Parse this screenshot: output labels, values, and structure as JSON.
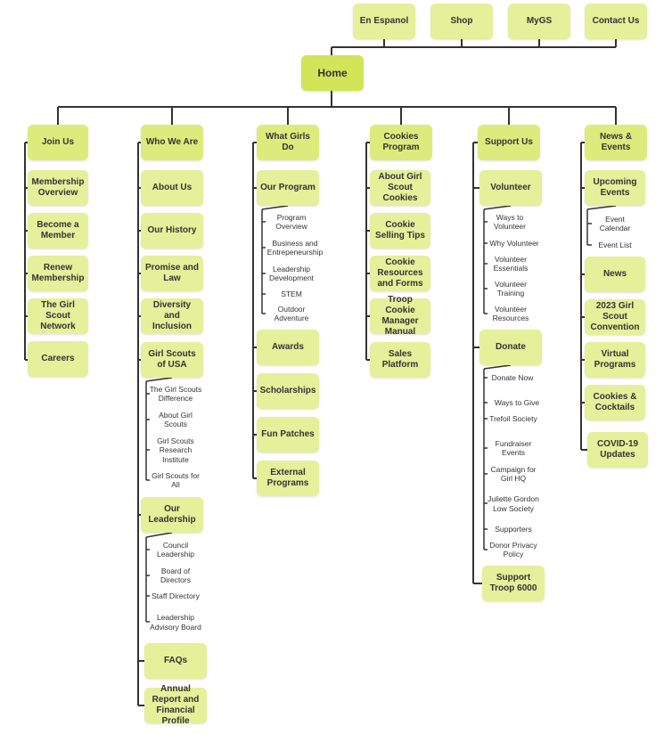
{
  "utility": [
    "En Espanol",
    "Shop",
    "MyGS",
    "Contact Us"
  ],
  "home": "Home",
  "columns": [
    {
      "title": "Join Us",
      "items": [
        {
          "label": "Membership Overview"
        },
        {
          "label": "Become a Member"
        },
        {
          "label": "Renew Membership"
        },
        {
          "label": "The Girl Scout Network"
        },
        {
          "label": "Careers"
        }
      ]
    },
    {
      "title": "Who We Are",
      "items": [
        {
          "label": "About Us"
        },
        {
          "label": "Our History"
        },
        {
          "label": "Promise and Law"
        },
        {
          "label": "Diversity and Inclusion"
        },
        {
          "label": "Girl Scouts of USA",
          "children": [
            "The Girl Scouts Difference",
            "About Girl Scouts",
            "Girl Scouts Research Institute",
            "Girl Scouts for All"
          ]
        },
        {
          "label": "Our Leadership",
          "children": [
            "Council Leadership",
            "Board of Directors",
            "Staff Directory",
            "Leadership Advisory Board"
          ]
        },
        {
          "label": "FAQs"
        },
        {
          "label": "Annual Report and Financial Profile"
        }
      ]
    },
    {
      "title": "What Girls Do",
      "items": [
        {
          "label": "Our Program",
          "children": [
            "Program Overview",
            "Business and Entrepeneurship",
            "Leadership Development",
            "STEM",
            "Outdoor Adventure"
          ]
        },
        {
          "label": "Awards"
        },
        {
          "label": "Scholarships"
        },
        {
          "label": "Fun Patches"
        },
        {
          "label": "External Programs"
        }
      ]
    },
    {
      "title": "Cookies Program",
      "items": [
        {
          "label": "About Girl Scout Cookies"
        },
        {
          "label": "Cookie Selling Tips"
        },
        {
          "label": "Cookie Resources and Forms"
        },
        {
          "label": "Troop Cookie Manager Manual"
        },
        {
          "label": "Sales Platform"
        }
      ]
    },
    {
      "title": "Support Us",
      "items": [
        {
          "label": "Volunteer",
          "children": [
            "Ways to Volunteer",
            "Why Volunteer",
            "Volunteer Essentials",
            "Volunteer Training",
            "Volunteer Resources"
          ]
        },
        {
          "label": "Donate",
          "children": [
            "Donate Now",
            "Ways to Give",
            "Trefoil Society",
            "Fundraiser Events",
            "Campaign for Girl HQ",
            "Juliette Gordon Low Society",
            "Supporters",
            "Donor Privacy Policy"
          ]
        },
        {
          "label": "Support Troop 6000"
        }
      ]
    },
    {
      "title": "News & Events",
      "items": [
        {
          "label": "Upcoming Events",
          "children": [
            "Event Calendar",
            "Event List"
          ]
        },
        {
          "label": "News"
        },
        {
          "label": "2023 Girl Scout Convention"
        },
        {
          "label": "Virtual Programs"
        },
        {
          "label": "Cookies & Cocktails"
        },
        {
          "label": "COVID-19 Updates"
        }
      ]
    }
  ],
  "colors": {
    "node": "#e4f09a",
    "home": "#d2e458",
    "line": "#333333",
    "text": "#333333"
  }
}
